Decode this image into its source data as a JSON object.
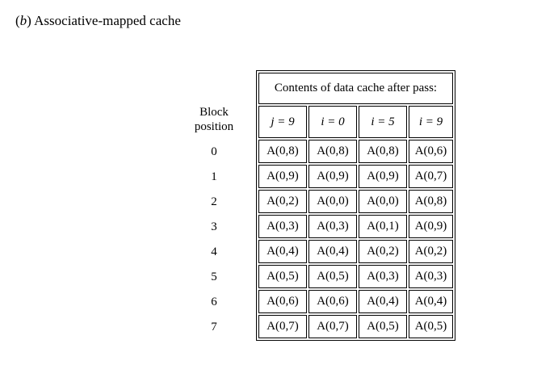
{
  "caption": {
    "open": "(",
    "letter": "b",
    "rest": ") Associative-mapped cache"
  },
  "table": {
    "title": "Contents of data cache after pass:",
    "col_headers": [
      "j = 9",
      "i = 0",
      "i = 5",
      "i = 9"
    ],
    "row_label_title_line1": "Block",
    "row_label_title_line2": "position",
    "row_labels": [
      "0",
      "1",
      "2",
      "3",
      "4",
      "5",
      "6",
      "7"
    ],
    "rows": [
      [
        "A(0,8)",
        "A(0,8)",
        "A(0,8)",
        "A(0,6)"
      ],
      [
        "A(0,9)",
        "A(0,9)",
        "A(0,9)",
        "A(0,7)"
      ],
      [
        "A(0,2)",
        "A(0,0)",
        "A(0,0)",
        "A(0,8)"
      ],
      [
        "A(0,3)",
        "A(0,3)",
        "A(0,1)",
        "A(0,9)"
      ],
      [
        "A(0,4)",
        "A(0,4)",
        "A(0,2)",
        "A(0,2)"
      ],
      [
        "A(0,5)",
        "A(0,5)",
        "A(0,3)",
        "A(0,3)"
      ],
      [
        "A(0,6)",
        "A(0,6)",
        "A(0,4)",
        "A(0,4)"
      ],
      [
        "A(0,7)",
        "A(0,7)",
        "A(0,5)",
        "A(0,5)"
      ]
    ]
  },
  "colors": {
    "text": "#000000",
    "border": "#000000",
    "background": "#ffffff"
  }
}
